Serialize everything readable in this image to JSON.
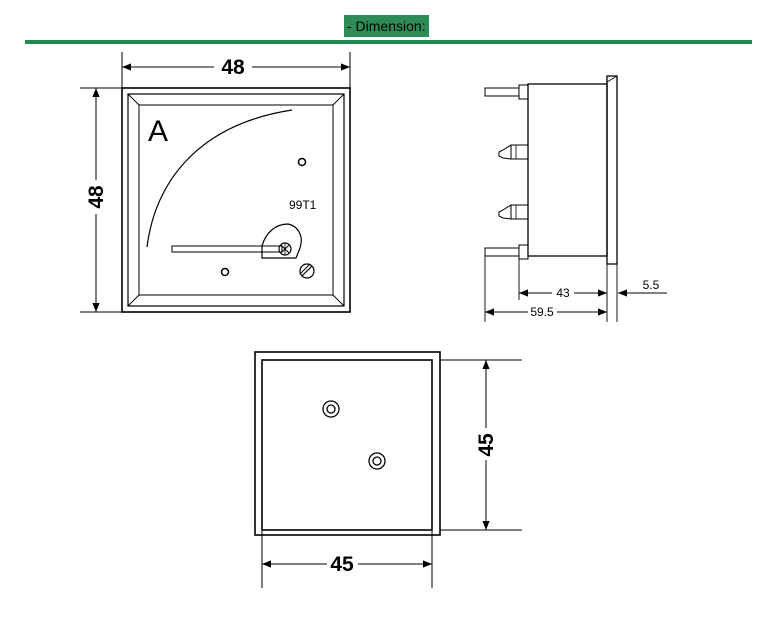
{
  "header": {
    "title": "- Dimension:",
    "accent_color": "#2e8b57",
    "rule_color": "#1e8a4f"
  },
  "front_view": {
    "meter_symbol": "A",
    "model_label": "99T1",
    "width_dim": "48",
    "height_dim": "48"
  },
  "side_view": {
    "depth_dim": "43",
    "total_depth_dim": "59.5",
    "flange_dim": "5.5"
  },
  "rear_view": {
    "width_dim": "45",
    "height_dim": "45"
  },
  "icons": {
    "arrow": "arrow-head-icon",
    "terminal": "terminal-screw-icon",
    "zero_adjust": "zero-adjust-screw-icon"
  }
}
